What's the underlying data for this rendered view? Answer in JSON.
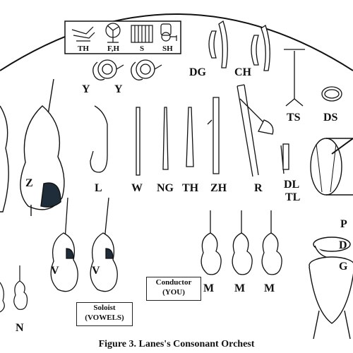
{
  "labels": {
    "th_small": "TH",
    "fh": "F,H",
    "s": "S",
    "sh": "SH",
    "y1": "Y",
    "y2": "Y",
    "dg": "DG",
    "ch": "CH",
    "ts": "TS",
    "ds": "DS",
    "z": "Z",
    "l": "L",
    "w": "W",
    "ng": "NG",
    "th": "TH",
    "zh": "ZH",
    "r": "R",
    "dl": "DL",
    "tl": "TL",
    "p": "P",
    "d": "D",
    "g": "G",
    "v1": "V",
    "v2": "V",
    "m1": "M",
    "m2": "M",
    "m3": "M",
    "n": "N"
  },
  "conductor": {
    "title": "Conductor",
    "subtitle": "(YOU)"
  },
  "soloist": {
    "title": "Soloist",
    "subtitle": "(VOWELS)"
  },
  "caption": "Figure 3. Lanes's Consonant Orchest"
}
